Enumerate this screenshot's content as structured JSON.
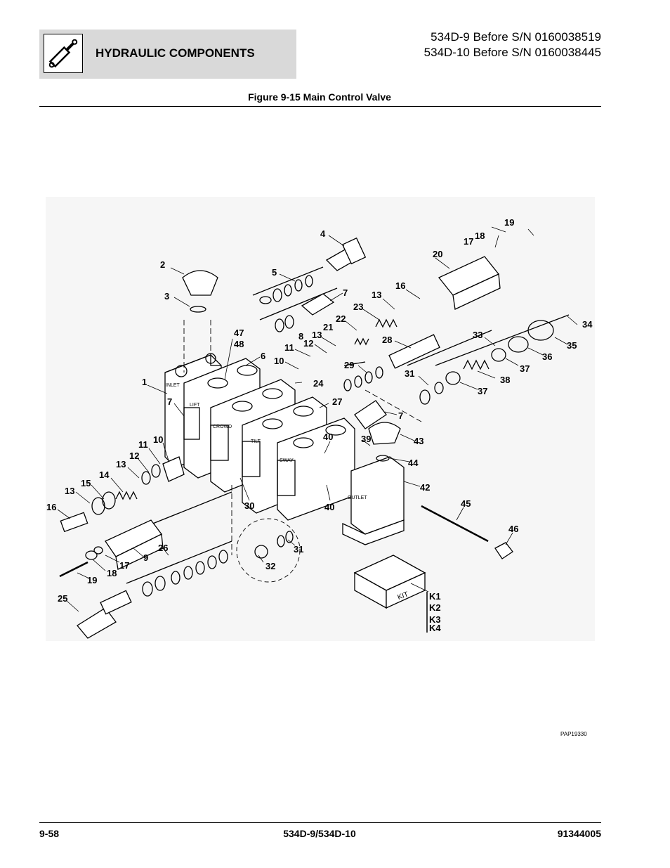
{
  "header": {
    "section_title": "HYDRAULIC COMPONENTS",
    "icon": "hydraulic-cylinder-icon",
    "model_line_1": "534D-9 Before S/N 0160038519",
    "model_line_2": "534D-10 Before S/N 0160038445"
  },
  "figure": {
    "title": "Figure 9-15 Main Control Valve",
    "image_code": "PAP19330",
    "section_labels": [
      "INLET",
      "LIFT",
      "CROWD",
      "TILT",
      "SWAY",
      "OUTLET"
    ],
    "kit_label": "KIT",
    "callouts": [
      "1",
      "2",
      "3",
      "4",
      "5",
      "6",
      "7",
      "7",
      "7",
      "8",
      "9",
      "10",
      "10",
      "11",
      "11",
      "12",
      "12",
      "13",
      "13",
      "13",
      "13",
      "14",
      "15",
      "16",
      "16",
      "17",
      "17",
      "18",
      "18",
      "19",
      "19",
      "20",
      "21",
      "22",
      "23",
      "24",
      "25",
      "26",
      "27",
      "28",
      "29",
      "30",
      "31",
      "31",
      "32",
      "33",
      "34",
      "35",
      "36",
      "37",
      "37",
      "38",
      "39",
      "40",
      "40",
      "42",
      "43",
      "44",
      "45",
      "46",
      "47",
      "48",
      "K1",
      "K2",
      "K3",
      "K4"
    ]
  },
  "footer": {
    "page_number": "9-58",
    "model": "534D-9/534D-10",
    "doc_number": "91344005"
  }
}
